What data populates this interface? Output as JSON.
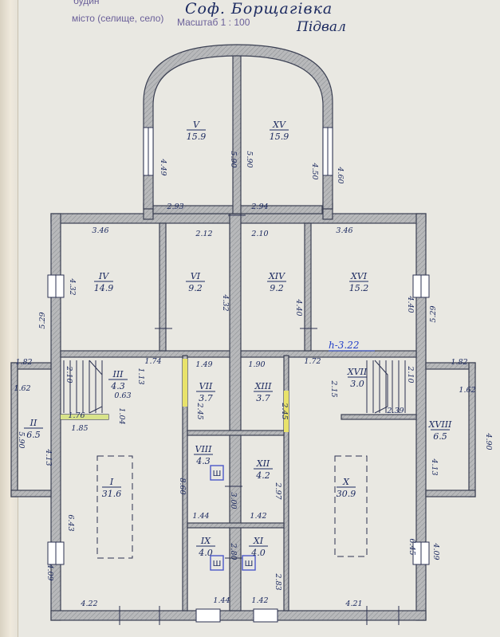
{
  "header": {
    "line1_partial": "будин",
    "settlement_label": "місто (селище, село)",
    "settlement_value": "Соф. Борщагівка",
    "scale_label": "Масштаб 1 : 100",
    "floor_label": "Підвал"
  },
  "level_mark": "h-3.22",
  "rooms": [
    {
      "id": "V",
      "area": "15.9"
    },
    {
      "id": "XV",
      "area": "15.9"
    },
    {
      "id": "IV",
      "area": "14.9"
    },
    {
      "id": "VI",
      "area": "9.2"
    },
    {
      "id": "XIV",
      "area": "9.2"
    },
    {
      "id": "XVI",
      "area": "15.2"
    },
    {
      "id": "III",
      "area": "4.3"
    },
    {
      "id": "VII",
      "area": "3.7"
    },
    {
      "id": "XIII",
      "area": "3.7"
    },
    {
      "id": "XVII",
      "area": "3.0"
    },
    {
      "id": "II",
      "area": "6.5"
    },
    {
      "id": "XVIII",
      "area": "6.5"
    },
    {
      "id": "I",
      "area": "31.6"
    },
    {
      "id": "VIII",
      "area": "4.3"
    },
    {
      "id": "XII",
      "area": "4.2"
    },
    {
      "id": "X",
      "area": "30.9"
    },
    {
      "id": "IX",
      "area": "4.0"
    },
    {
      "id": "XI",
      "area": "4.0"
    }
  ],
  "dimensions": [
    "4.49",
    "5.90",
    "5.90",
    "4.50",
    "4.60",
    "2.93",
    "2.94",
    "3.46",
    "2.12",
    "2.10",
    "3.46",
    "4.32",
    "4.32",
    "4.40",
    "4.40",
    "5.29",
    "5.29",
    "1.82",
    "1.82",
    "1.62",
    "1.62",
    "1.74",
    "1.49",
    "1.90",
    "1.72",
    "2.10",
    "2.10",
    "2.15",
    "1.13",
    "0.63",
    "1.04",
    "1.76",
    "1.85",
    "2.45",
    "2.45",
    "2.39",
    "8.60",
    "3.00",
    "2.97",
    "1.44",
    "1.42",
    "2.80",
    "2.83",
    "1.44",
    "1.42",
    "6.43",
    "6.45",
    "4.13",
    "4.13",
    "4.09",
    "4.09",
    "4.22",
    "4.21",
    "4.90",
    "5.90"
  ],
  "meter_labels": [
    "Ш",
    "Ш",
    "Ш"
  ]
}
